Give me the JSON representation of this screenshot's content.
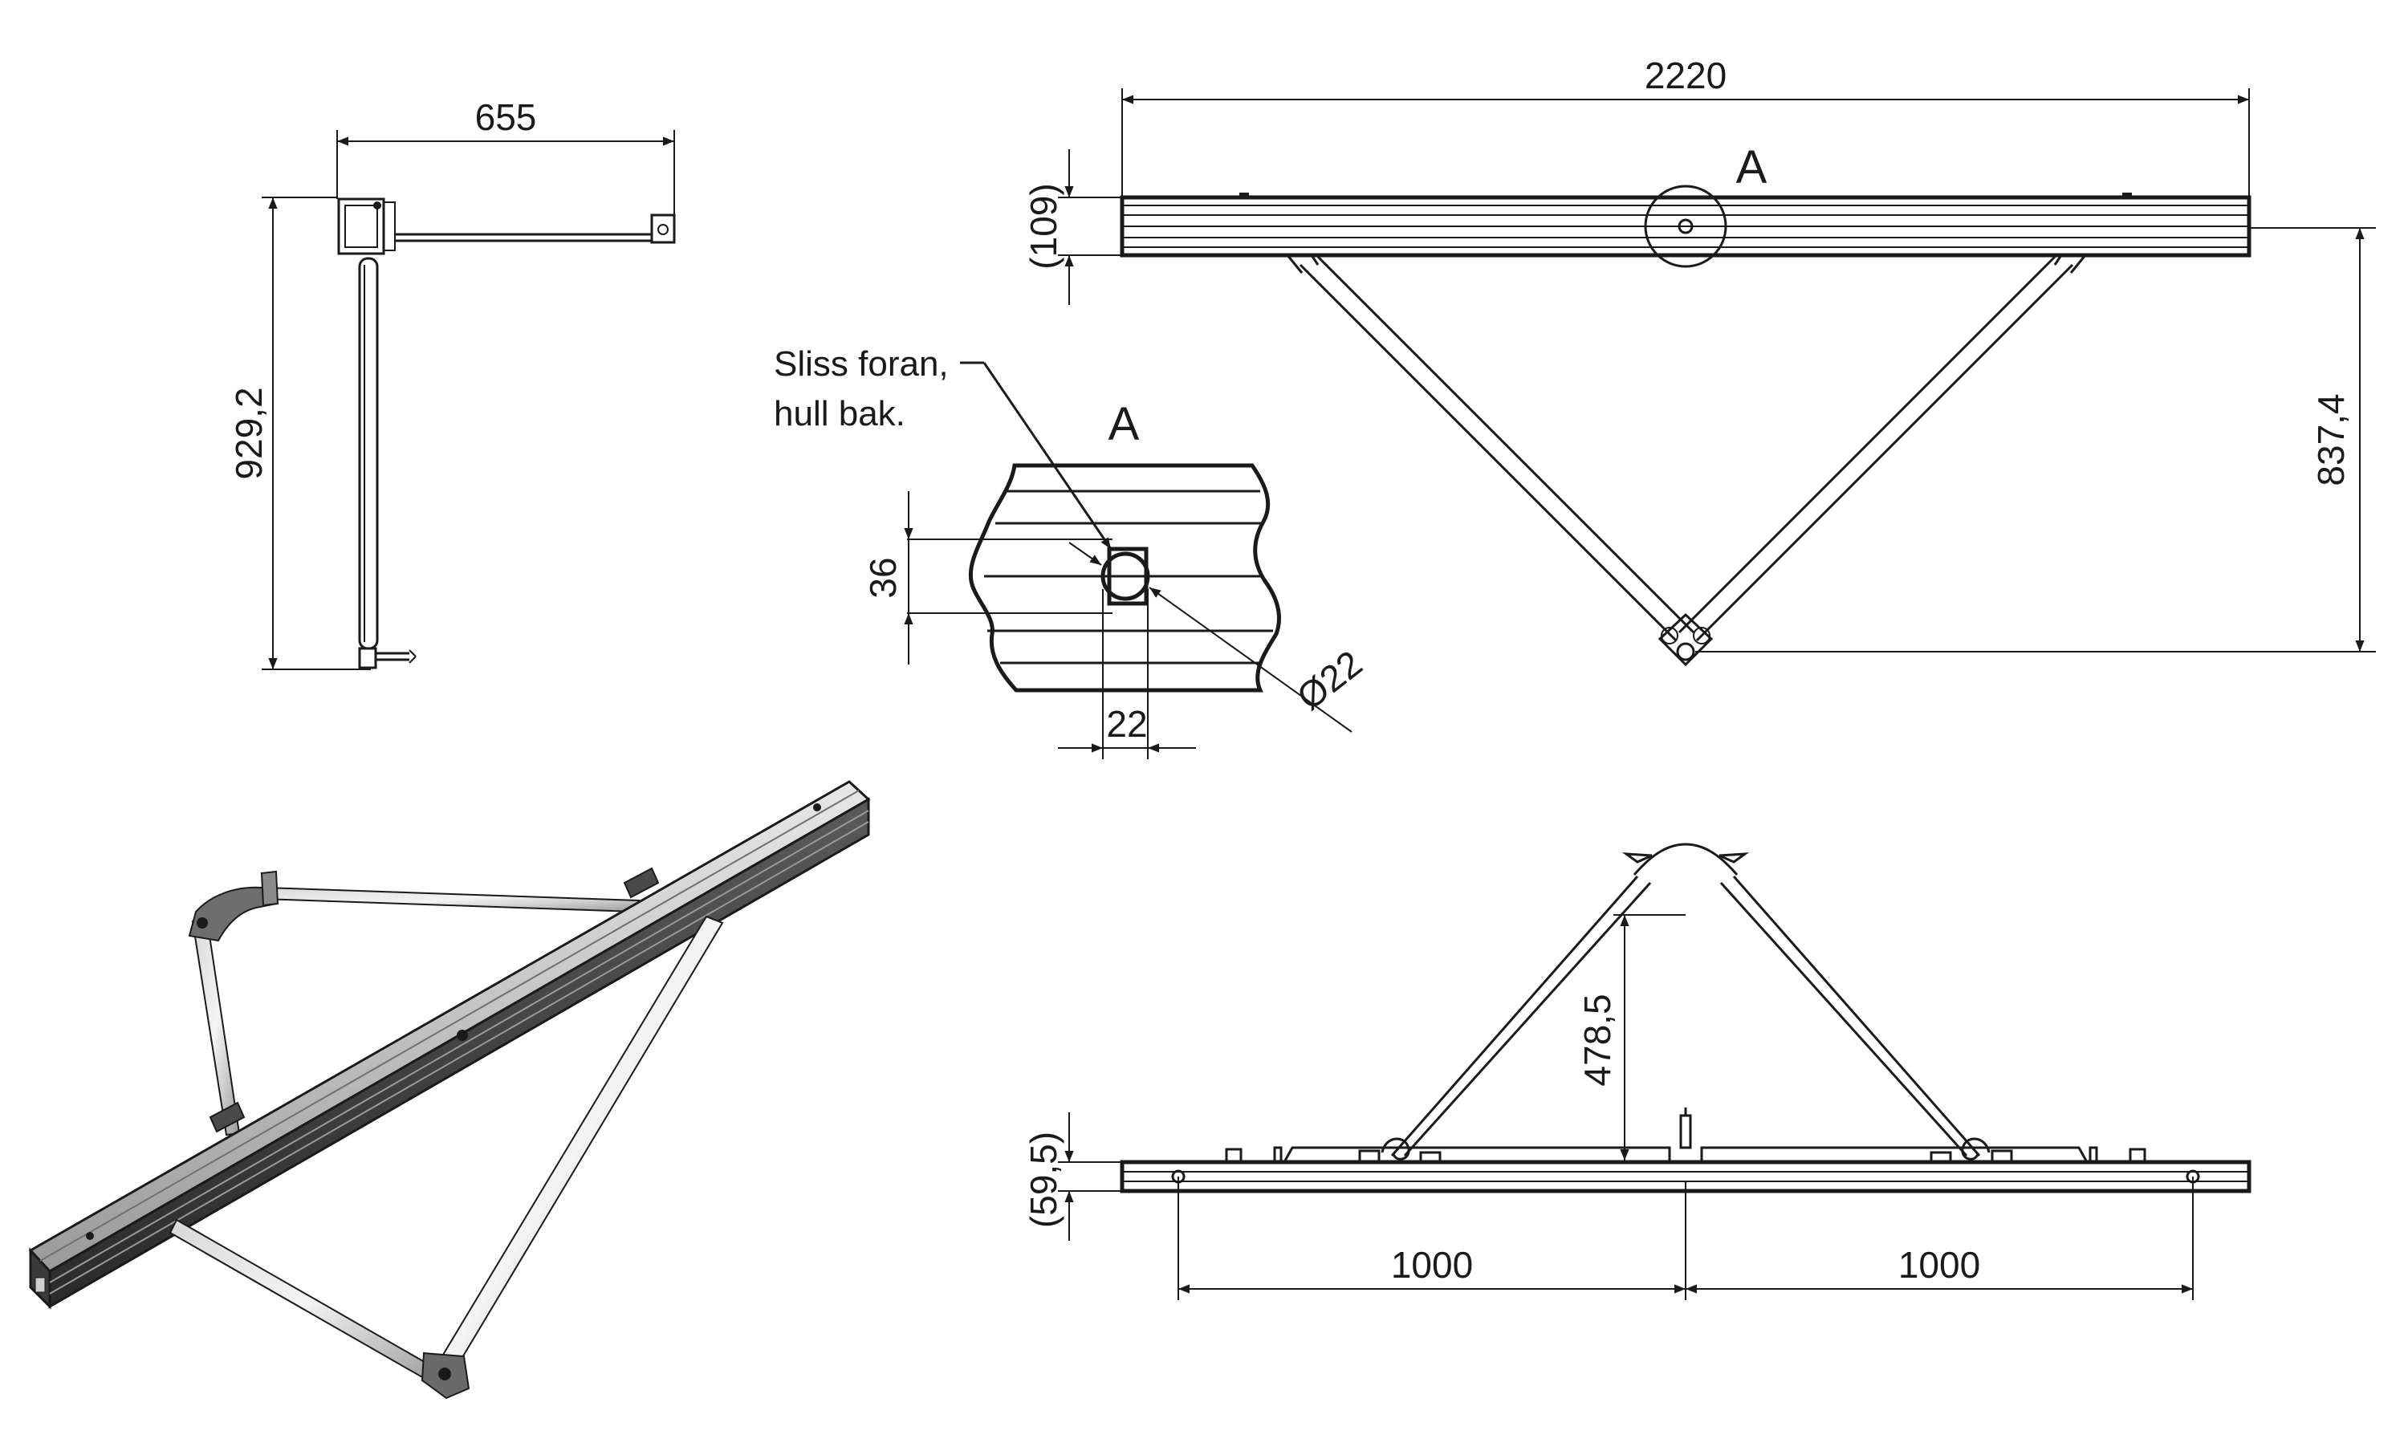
{
  "drawing": {
    "top_view": {
      "width_dim": "655",
      "height_dim": "929,2"
    },
    "front_view": {
      "length_dim": "2220",
      "profile_height_dim": "(109)",
      "total_height_dim": "837,4",
      "detail_marker": "A"
    },
    "detail_a": {
      "title": "A",
      "note_line1": "Sliss foran,",
      "note_line2": "hull bak.",
      "slot_height_dim": "36",
      "slot_width_dim": "22",
      "hole_dim": "Ø22"
    },
    "bottom_view": {
      "height_dim": "478,5",
      "profile_dim": "(59,5)",
      "spacing_left_dim": "1000",
      "spacing_right_dim": "1000"
    }
  }
}
